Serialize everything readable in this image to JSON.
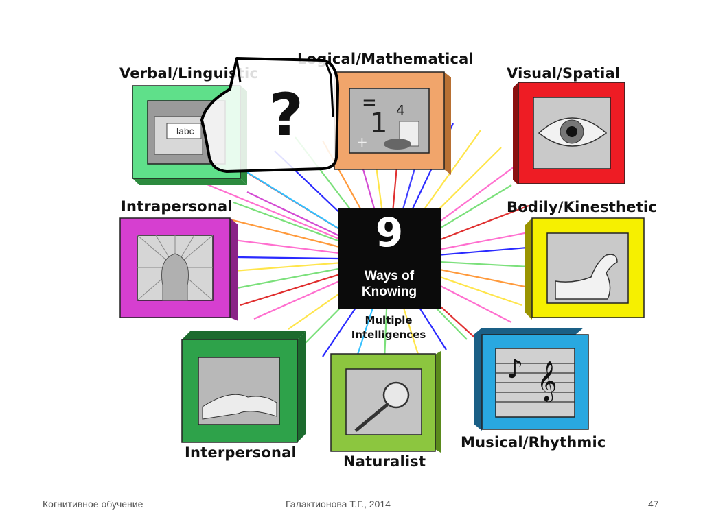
{
  "center": {
    "number": "9",
    "line1": "Ways of",
    "line2": "Knowing"
  },
  "subtitle": {
    "line1": "Multiple",
    "line2": "Intelligences"
  },
  "question_mark": "?",
  "intelligences": {
    "verbal": "Verbal/Linguistic",
    "logical": "Logical/Mathematical",
    "visual": "Visual/Spatial",
    "intrapersonal": "Intrapersonal",
    "bodily": "Bodily/Kinesthetic",
    "interpersonal": "Interpersonal",
    "naturalist": "Naturalist",
    "musical": "Musical/Rhythmic"
  },
  "math_symbols": {
    "equals": "=",
    "one": "1",
    "four": "4",
    "plus": "+"
  },
  "book_text": "labc",
  "colors": {
    "verbal": "#5fe08a",
    "logical": "#f1a56b",
    "visual": "#ee1c24",
    "intrapersonal": "#d63fd0",
    "bodily": "#f6f000",
    "interpersonal": "#2ea24a",
    "naturalist": "#8cc63f",
    "musical": "#29a8e0"
  },
  "footer": {
    "left": "Когнитивное обучение",
    "center": "Галактионова Т.Г., 2014",
    "page": "47"
  }
}
